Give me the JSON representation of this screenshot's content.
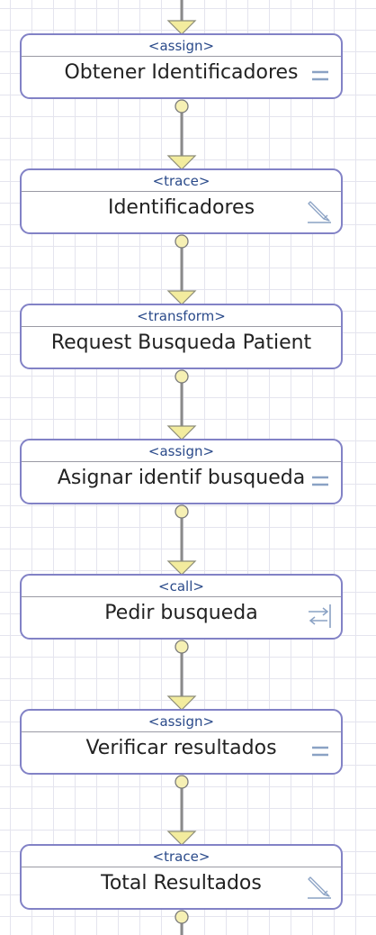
{
  "nodes": [
    {
      "type": "<assign>",
      "title": "Obtener Identificadores",
      "icon": "equals-icon"
    },
    {
      "type": "<trace>",
      "title": "Identificadores",
      "icon": "pencil-icon"
    },
    {
      "type": "<transform>",
      "title": "Request Busqueda Patient",
      "icon": ""
    },
    {
      "type": "<assign>",
      "title": "Asignar identif busqueda",
      "icon": "equals-icon"
    },
    {
      "type": "<call>",
      "title": "Pedir busqueda",
      "icon": "call-arrows-icon"
    },
    {
      "type": "<assign>",
      "title": "Verificar resultados",
      "icon": "equals-icon"
    },
    {
      "type": "<trace>",
      "title": "Total Resultados",
      "icon": "pencil-icon"
    }
  ],
  "colors": {
    "node_border": "#8282c6",
    "type_label": "#2a4a8a",
    "connector_line": "#8a8a8a",
    "connector_dot_fill": "#f6f0b4",
    "arrow_fill": "#f3ec9e",
    "icon_stroke": "#8aa2c4"
  }
}
